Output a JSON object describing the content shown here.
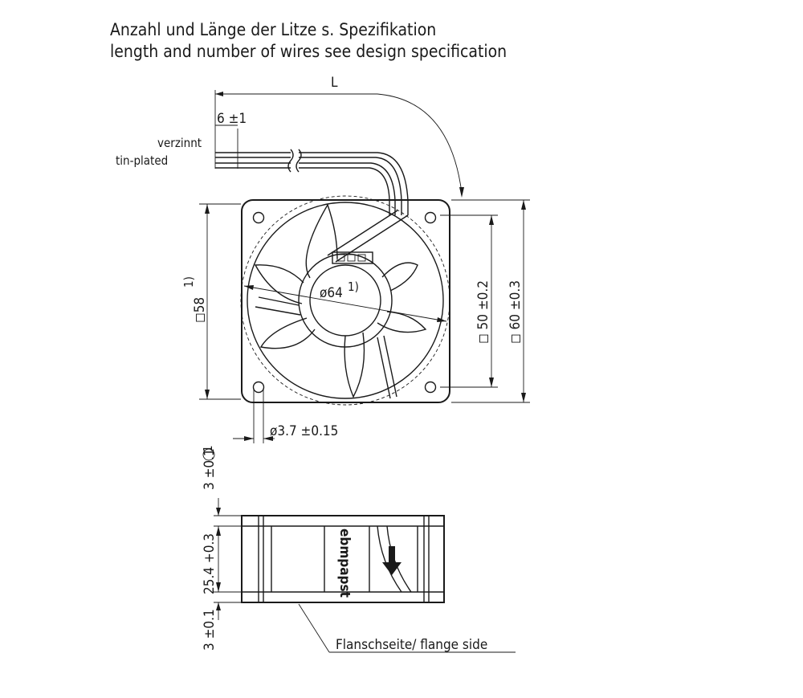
{
  "header": {
    "line_de": "Anzahl und Länge der Litze s. Spezifikation",
    "line_en": "length and number of wires see design specification"
  },
  "wire": {
    "length_label": "L",
    "strip_label": "6  ±1",
    "tin_de": "verzinnt",
    "tin_en": "tin-plated"
  },
  "front_view": {
    "diameter": "ø64",
    "diameter_note": "1)",
    "square_58": "◻58",
    "square_58_note": "1)",
    "square_50": "◻ 50  ±0.2",
    "square_60": "◻ 60  ±0.3",
    "hole": "ø3.7  ±0.15"
  },
  "side_view": {
    "flange_top": "3  ±0.1",
    "flange_top_mark": "1",
    "height": "25.4  +0.3",
    "flange_bottom": "3  ±0.1",
    "brand": "ebmpapst",
    "flange_side": "Flanschseite/ flange side"
  }
}
